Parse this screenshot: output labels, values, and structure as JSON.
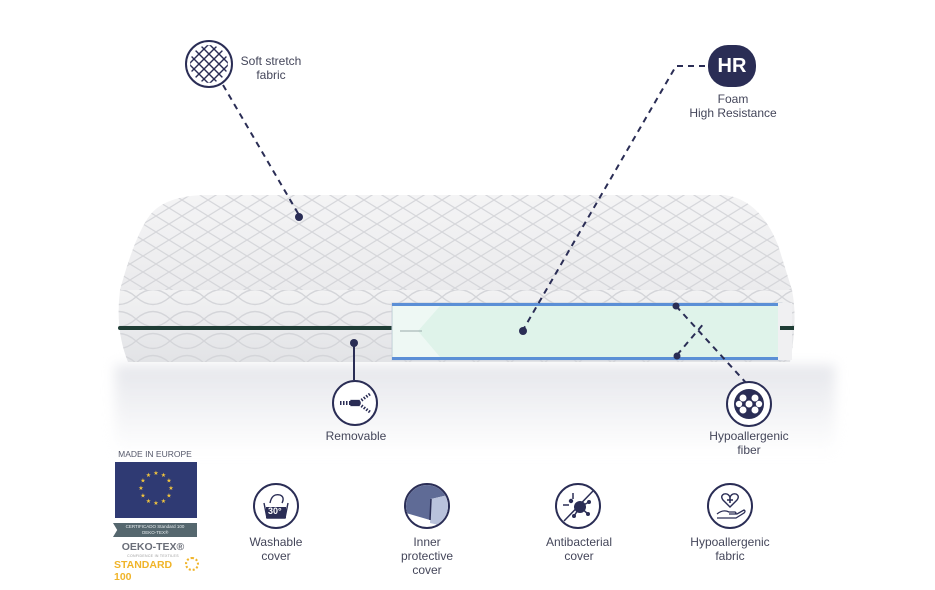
{
  "product": {
    "name": "Mattress",
    "accent_color": "#2a2d55",
    "foam_color": "#dff3ea",
    "foam_border_color": "#5b8fd6",
    "zip_stripe_color": "#1f3d35"
  },
  "callouts": {
    "soft_stretch_fabric": {
      "label": "Soft stretch\nfabric",
      "icon": "fabric-weave-icon"
    },
    "hr_foam": {
      "badge": "HR",
      "label": "Foam\nHigh Resistance",
      "icon": "hr-badge-icon"
    },
    "removable": {
      "label": "Removable",
      "icon": "zipper-icon"
    },
    "hypoallergenic_fiber": {
      "label": "Hypoallergenic\nfiber",
      "icon": "fiber-icon"
    }
  },
  "badges": {
    "made_in": "MADE IN EUROPE",
    "flag_icon": "eu-flag-icon",
    "certificate_ribbon": "CERTIFICADO Standard 100\nOEKO-TEX®",
    "oeko_brand": "OEKO-TEX®",
    "oeko_tagline": "CONFIDENCE IN TEXTILES",
    "oeko_standard": "STANDARD 100",
    "oeko_color": "#f0b429",
    "flag_color": "#2f3a73",
    "star_color": "#f2c53d"
  },
  "features": [
    {
      "label": "Washable\ncover",
      "icon": "wash-30-icon",
      "temp": "30°"
    },
    {
      "label": "Inner\nprotective\ncover",
      "icon": "protective-cover-icon"
    },
    {
      "label": "Antibacterial\ncover",
      "icon": "antibacterial-icon"
    },
    {
      "label": "Hypoallergenic\nfabric",
      "icon": "hypoallergenic-hand-icon"
    }
  ]
}
